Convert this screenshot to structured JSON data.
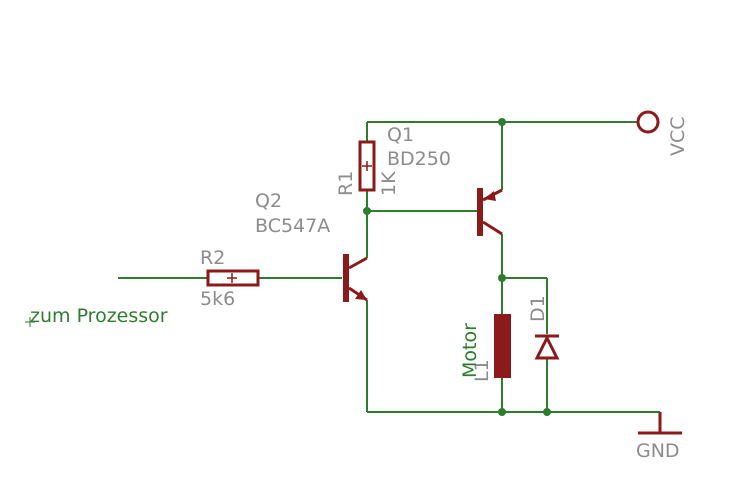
{
  "colors": {
    "wire": "#2e7d2e",
    "component": "#8b1a1a",
    "label": "#8c8c8c",
    "background": "#ffffff"
  },
  "components": {
    "q1": {
      "name": "Q1",
      "value": "BD250"
    },
    "q2": {
      "name": "Q2",
      "value": "BC547A"
    },
    "r1": {
      "name": "R1",
      "value": "1K"
    },
    "r2": {
      "name": "R2",
      "value": "5k6"
    },
    "d1": {
      "name": "D1"
    },
    "l1": {
      "name": "L1",
      "value": "Motor"
    }
  },
  "nets": {
    "vcc": "VCC",
    "gnd": "GND",
    "input": "zum Prozessor"
  }
}
